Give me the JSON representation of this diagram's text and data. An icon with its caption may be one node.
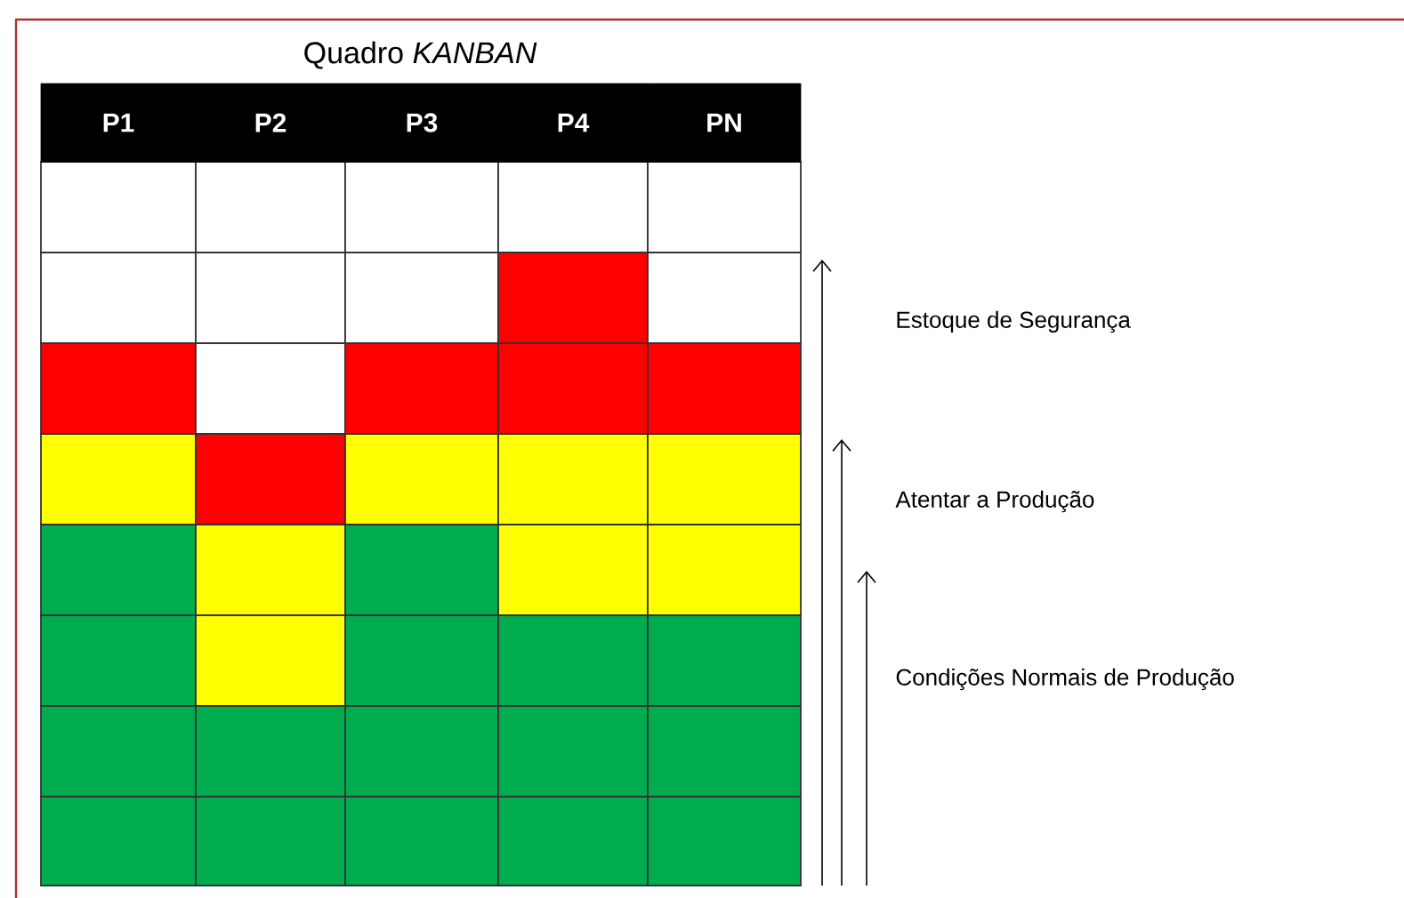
{
  "diagram": {
    "title": "Quadro *KANBAN*",
    "labels": [
      "P1",
      "P2",
      "P3",
      "P4",
      "PN",
      "Estoque de Segurança",
      "Atentar a Produção",
      "Condições Normais de Produção"
    ]
  }
}
